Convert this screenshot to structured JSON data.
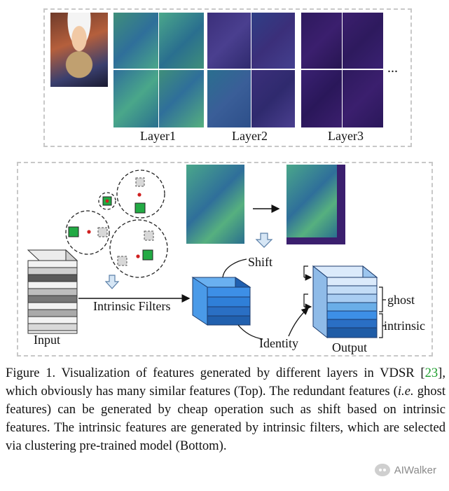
{
  "top_panel": {
    "layer_labels": [
      "Layer1",
      "Layer2",
      "Layer3"
    ],
    "ellipsis": "..."
  },
  "bottom_panel": {
    "input_label": "Input",
    "intrinsic_filters_label": "Intrinsic Filters",
    "shift_label": "Shift",
    "identity_label": "Identity",
    "output_label": "Output",
    "ghost_label": "ghost",
    "intrinsic_label": "intrinsic"
  },
  "caption": {
    "part1": "Figure 1. Visualization of features generated by different layers in VDSR [",
    "citation": "23",
    "part2": "], which obviously has many similar features (Top). The redundant features (",
    "ie": "i.e.",
    "part3": " ghost features) can be generated by cheap operation such as shift based on intrinsic features.  The intrinsic features are generated by intrinsic filters, which are selected via clustering pre-trained model (Bottom)."
  },
  "watermark": "AIWalker",
  "colors": {
    "feature_green": "#3f8f7a",
    "feature_teal": "#2a6f8f",
    "feature_purple": "#3b1f6e",
    "filter_blue": "#2f7fd8",
    "output_blue": "#bcd8f3",
    "dashed_border": "#c8c8c8",
    "citation_green": "#1a9c2a"
  }
}
